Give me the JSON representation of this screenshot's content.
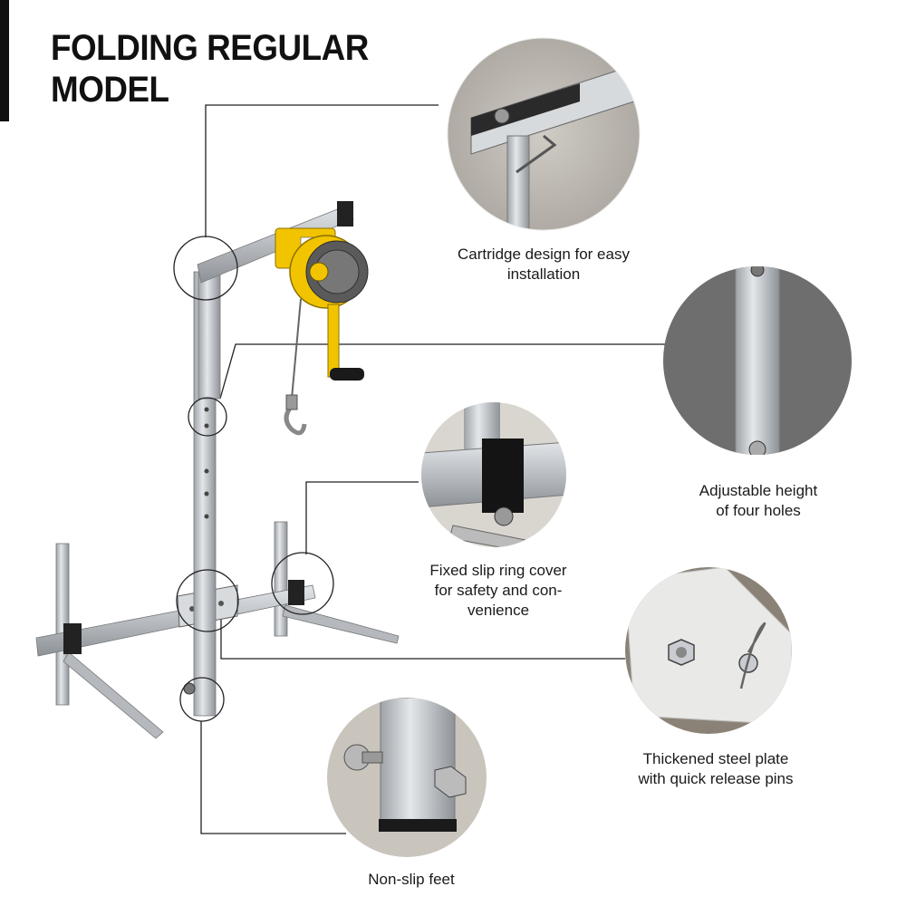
{
  "title": {
    "line1": "FOLDING REGULAR",
    "line2": "MODEL"
  },
  "features": [
    {
      "icon": "cartridge-detail",
      "lines": [
        "Cartridge design for easy",
        "installation"
      ]
    },
    {
      "icon": "height-holes-detail",
      "lines": [
        "Adjustable height",
        "of four holes"
      ]
    },
    {
      "icon": "slip-ring-cover-detail",
      "lines": [
        "Fixed slip ring cover",
        "for safety and con-",
        "venience"
      ]
    },
    {
      "icon": "steel-plate-pins-detail",
      "lines": [
        "Thickened steel plate",
        "with quick release pins"
      ]
    },
    {
      "icon": "non-slip-feet-detail",
      "lines": [
        "Non-slip feet"
      ]
    }
  ],
  "colors": {
    "winch": "#f2c400",
    "steel": "#c8ccd0",
    "line": "#222222",
    "accent": "#111111"
  }
}
